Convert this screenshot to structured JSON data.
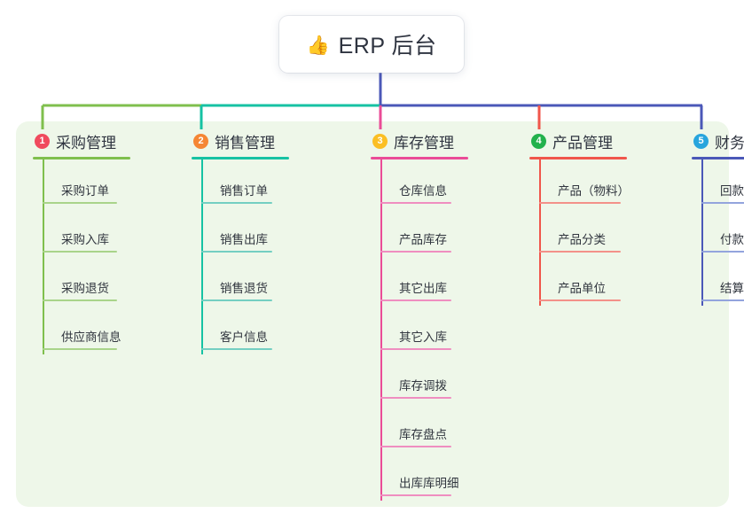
{
  "diagram": {
    "type": "mindmap",
    "root": {
      "icon": "thumbs-up-icon",
      "icon_glyph": "👍",
      "label": "ERP 后台"
    },
    "palette": {
      "panel_bg": "#eef7e9",
      "page_bg": "#ffffff",
      "stem": "#4b58b8",
      "text": "#2f3440"
    },
    "branches": [
      {
        "number": "1",
        "title": "采购管理",
        "badge_color": "#f04a5e",
        "line_color": "#7fbf4d",
        "item_line_color": "#a9d48a",
        "items": [
          "采购订单",
          "采购入库",
          "采购退货",
          "供应商信息"
        ]
      },
      {
        "number": "2",
        "title": "销售管理",
        "badge_color": "#f58634",
        "line_color": "#16c2a3",
        "item_line_color": "#74cfc2",
        "items": [
          "销售订单",
          "销售出库",
          "销售退货",
          "客户信息"
        ]
      },
      {
        "number": "3",
        "title": "库存管理",
        "badge_color": "#fbbf24",
        "line_color": "#ea4c97",
        "item_line_color": "#ef8ec0",
        "items": [
          "仓库信息",
          "产品库存",
          "其它出库",
          "其它入库",
          "库存调拨",
          "库存盘点",
          "出库库明细"
        ]
      },
      {
        "number": "4",
        "title": "产品管理",
        "badge_color": "#22b14c",
        "line_color": "#f0564b",
        "item_line_color": "#f39189",
        "items": [
          "产品（物料）",
          "产品分类",
          "产品单位"
        ]
      },
      {
        "number": "5",
        "title": "财务管理",
        "badge_color": "#28a5dd",
        "line_color": "#4b58b8",
        "item_line_color": "#93a4dd",
        "items": [
          "回款单",
          "付款单",
          "结算账户"
        ]
      }
    ]
  }
}
